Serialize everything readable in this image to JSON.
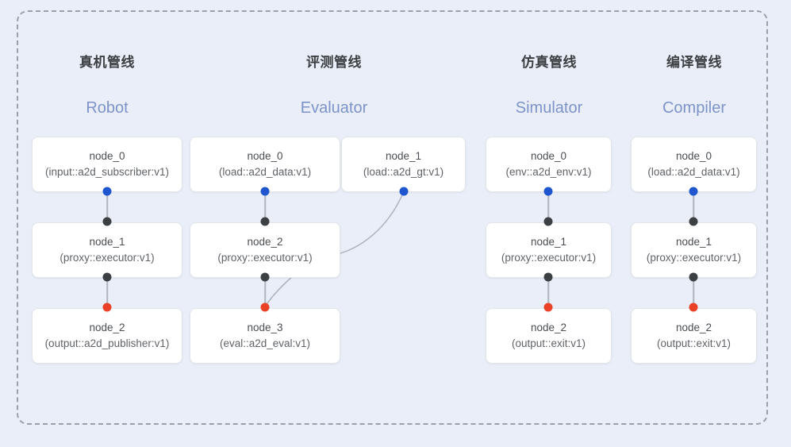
{
  "frame": {
    "style": "dashed-rounded-container",
    "border_color": "#9aa0a6",
    "background": "#e9eef8"
  },
  "palette": {
    "panel_bg": "#e9eef8",
    "node_bg": "#ffffff",
    "node_border": "#e2e5ea",
    "title_color": "#3c4043",
    "subtitle_color": "#7e93c8",
    "port_input": "#1f56cf",
    "port_proxy": "#3c4043",
    "port_output": "#ea4127",
    "edge_color": "#aeb4be"
  },
  "columns": [
    {
      "id": "robot",
      "title": "真机管线",
      "subtitle": "Robot",
      "nodes": [
        {
          "id": "robot-node-0",
          "name": "node_0",
          "spec": "(input::a2d_subscriber:v1)"
        },
        {
          "id": "robot-node-1",
          "name": "node_1",
          "spec": "(proxy::executor:v1)"
        },
        {
          "id": "robot-node-2",
          "name": "node_2",
          "spec": "(output::a2d_publisher:v1)"
        }
      ]
    },
    {
      "id": "evaluator",
      "title": "评测管线",
      "subtitle": "Evaluator",
      "nodes": [
        {
          "id": "eval-node-0",
          "name": "node_0",
          "spec": "(load::a2d_data:v1)"
        },
        {
          "id": "eval-node-1",
          "name": "node_1",
          "spec": "(load::a2d_gt:v1)"
        },
        {
          "id": "eval-node-2",
          "name": "node_2",
          "spec": "(proxy::executor:v1)"
        },
        {
          "id": "eval-node-3",
          "name": "node_3",
          "spec": "(eval::a2d_eval:v1)"
        }
      ]
    },
    {
      "id": "simulator",
      "title": "仿真管线",
      "subtitle": "Simulator",
      "nodes": [
        {
          "id": "sim-node-0",
          "name": "node_0",
          "spec": "(env::a2d_env:v1)"
        },
        {
          "id": "sim-node-1",
          "name": "node_1",
          "spec": "(proxy::executor:v1)"
        },
        {
          "id": "sim-node-2",
          "name": "node_2",
          "spec": "(output::exit:v1)"
        }
      ]
    },
    {
      "id": "compiler",
      "title": "编译管线",
      "subtitle": "Compiler",
      "nodes": [
        {
          "id": "comp-node-0",
          "name": "node_0",
          "spec": "(load::a2d_data:v1)"
        },
        {
          "id": "comp-node-1",
          "name": "node_1",
          "spec": "(proxy::executor:v1)"
        },
        {
          "id": "comp-node-2",
          "name": "node_2",
          "spec": "(output::exit:v1)"
        }
      ]
    }
  ]
}
